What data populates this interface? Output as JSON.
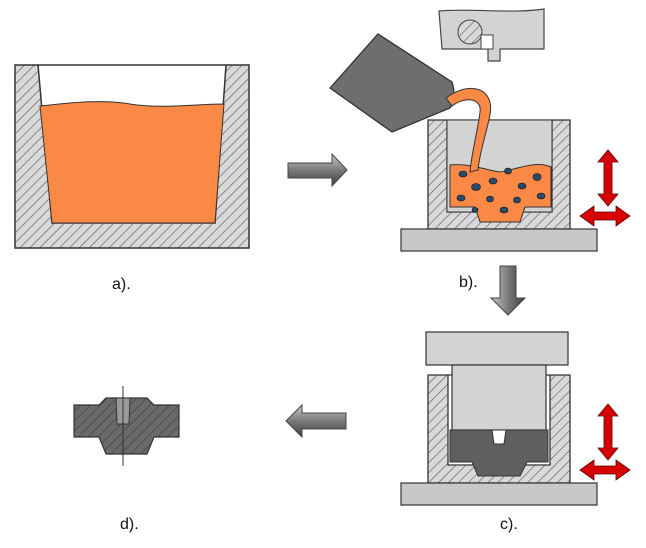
{
  "labels": {
    "a": "a).",
    "b": "b).",
    "c": "c).",
    "d": "d)."
  },
  "colors": {
    "molten_metal": "#f98945",
    "mold_wall": "#9a9a9a",
    "mold_cavity": "#d3d3d3",
    "solid_part": "#5f5f5f",
    "ladle": "#6e6e6e",
    "bubbles": "#2b4a6a",
    "vibration_arrows": "#d80000",
    "flow_arrows": "#8a8a8a"
  },
  "icons": [
    "crucible-icon",
    "ladle-icon",
    "mold-icon",
    "punch-icon",
    "vibration-arrows-icon",
    "flow-arrow-icon",
    "cast-part-icon"
  ]
}
